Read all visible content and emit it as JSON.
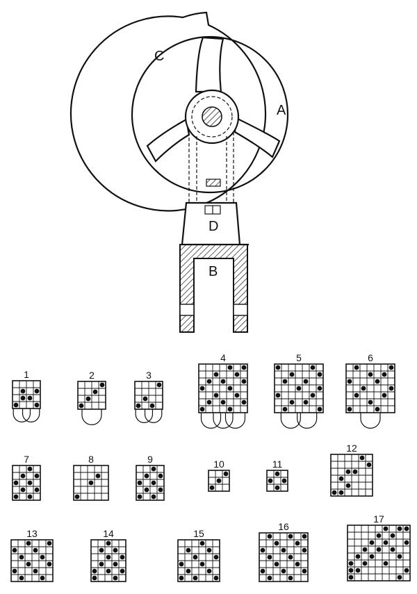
{
  "labels": {
    "A": "A",
    "B": "B",
    "C": "C",
    "D": "D"
  },
  "patterns": [
    {
      "label": "1",
      "cols": 4,
      "rows": 4,
      "cell": 10,
      "dots": [
        [
          1,
          1
        ],
        [
          3,
          1
        ],
        [
          1,
          2
        ],
        [
          2,
          2
        ],
        [
          0,
          3
        ],
        [
          3,
          3
        ]
      ],
      "loops": 2
    },
    {
      "label": "2",
      "cols": 4,
      "rows": 4,
      "cell": 10,
      "dots": [
        [
          3,
          0
        ],
        [
          2,
          1
        ],
        [
          1,
          2
        ],
        [
          0,
          3
        ]
      ],
      "loops": 1
    },
    {
      "label": "3",
      "cols": 4,
      "rows": 4,
      "cell": 10,
      "dots": [
        [
          3,
          0
        ],
        [
          1,
          2
        ],
        [
          0,
          3
        ],
        [
          2,
          3
        ]
      ],
      "loops": 2
    },
    {
      "label": "4",
      "cols": 7,
      "rows": 7,
      "cell": 10,
      "dots": [
        [
          4,
          0
        ],
        [
          6,
          0
        ],
        [
          2,
          1
        ],
        [
          5,
          1
        ],
        [
          1,
          2
        ],
        [
          3,
          2
        ],
        [
          6,
          2
        ],
        [
          0,
          3
        ],
        [
          4,
          3
        ],
        [
          2,
          4
        ],
        [
          5,
          4
        ],
        [
          1,
          5
        ],
        [
          3,
          5
        ],
        [
          6,
          5
        ],
        [
          0,
          6
        ],
        [
          4,
          6
        ]
      ],
      "loops": 3
    },
    {
      "label": "5",
      "cols": 7,
      "rows": 7,
      "cell": 10,
      "dots": [
        [
          0,
          0
        ],
        [
          5,
          0
        ],
        [
          2,
          1
        ],
        [
          6,
          1
        ],
        [
          1,
          2
        ],
        [
          4,
          2
        ],
        [
          3,
          3
        ],
        [
          6,
          3
        ],
        [
          0,
          4
        ],
        [
          5,
          4
        ],
        [
          2,
          5
        ],
        [
          4,
          5
        ],
        [
          1,
          6
        ],
        [
          6,
          6
        ]
      ],
      "loops": 2
    },
    {
      "label": "6",
      "cols": 7,
      "rows": 7,
      "cell": 10,
      "dots": [
        [
          1,
          0
        ],
        [
          6,
          0
        ],
        [
          3,
          1
        ],
        [
          5,
          1
        ],
        [
          0,
          2
        ],
        [
          4,
          2
        ],
        [
          2,
          3
        ],
        [
          6,
          3
        ],
        [
          1,
          4
        ],
        [
          5,
          4
        ],
        [
          3,
          5
        ],
        [
          0,
          6
        ],
        [
          4,
          6
        ]
      ],
      "loops": 1
    },
    {
      "label": "7",
      "cols": 4,
      "rows": 5,
      "cell": 10,
      "dots": [
        [
          2,
          0
        ],
        [
          1,
          1
        ],
        [
          3,
          1
        ],
        [
          0,
          2
        ],
        [
          2,
          2
        ],
        [
          1,
          3
        ],
        [
          3,
          3
        ],
        [
          0,
          4
        ],
        [
          2,
          4
        ]
      ],
      "loops": 0
    },
    {
      "label": "8",
      "cols": 5,
      "rows": 5,
      "cell": 10,
      "dots": [
        [
          3,
          1
        ],
        [
          2,
          2
        ],
        [
          0,
          4
        ]
      ],
      "loops": 0
    },
    {
      "label": "9",
      "cols": 4,
      "rows": 5,
      "cell": 10,
      "dots": [
        [
          2,
          0
        ],
        [
          1,
          1
        ],
        [
          3,
          1
        ],
        [
          0,
          2
        ],
        [
          2,
          2
        ],
        [
          1,
          3
        ],
        [
          3,
          3
        ],
        [
          0,
          4
        ],
        [
          2,
          4
        ]
      ],
      "loops": 0
    },
    {
      "label": "10",
      "cols": 3,
      "rows": 3,
      "cell": 10,
      "dots": [
        [
          2,
          0
        ],
        [
          1,
          1
        ],
        [
          0,
          2
        ]
      ],
      "loops": 0
    },
    {
      "label": "11",
      "cols": 3,
      "rows": 3,
      "cell": 10,
      "dots": [
        [
          1,
          0
        ],
        [
          0,
          1
        ],
        [
          2,
          1
        ],
        [
          1,
          2
        ]
      ],
      "loops": 0
    },
    {
      "label": "12",
      "cols": 6,
      "rows": 6,
      "cell": 10,
      "dots": [
        [
          4,
          0
        ],
        [
          5,
          1
        ],
        [
          2,
          2
        ],
        [
          3,
          2
        ],
        [
          1,
          3
        ],
        [
          2,
          4
        ],
        [
          0,
          5
        ],
        [
          1,
          5
        ]
      ],
      "loops": 0
    },
    {
      "label": "13",
      "cols": 6,
      "rows": 6,
      "cell": 10,
      "dots": [
        [
          2,
          0
        ],
        [
          5,
          0
        ],
        [
          0,
          1
        ],
        [
          3,
          1
        ],
        [
          1,
          2
        ],
        [
          4,
          2
        ],
        [
          2,
          3
        ],
        [
          5,
          3
        ],
        [
          0,
          4
        ],
        [
          3,
          4
        ],
        [
          1,
          5
        ],
        [
          4,
          5
        ]
      ],
      "loops": 0
    },
    {
      "label": "14",
      "cols": 5,
      "rows": 6,
      "cell": 10,
      "dots": [
        [
          2,
          0
        ],
        [
          1,
          1
        ],
        [
          3,
          1
        ],
        [
          2,
          2
        ],
        [
          4,
          2
        ],
        [
          1,
          3
        ],
        [
          3,
          3
        ],
        [
          0,
          4
        ],
        [
          2,
          4
        ],
        [
          4,
          4
        ],
        [
          0,
          5
        ],
        [
          3,
          5
        ]
      ],
      "loops": 0
    },
    {
      "label": "15",
      "cols": 6,
      "rows": 6,
      "cell": 10,
      "dots": [
        [
          3,
          0
        ],
        [
          1,
          1
        ],
        [
          4,
          1
        ],
        [
          2,
          2
        ],
        [
          5,
          2
        ],
        [
          0,
          3
        ],
        [
          3,
          3
        ],
        [
          1,
          4
        ],
        [
          4,
          4
        ],
        [
          2,
          5
        ],
        [
          5,
          5
        ],
        [
          0,
          5
        ]
      ],
      "loops": 0
    },
    {
      "label": "16",
      "cols": 7,
      "rows": 7,
      "cell": 10,
      "dots": [
        [
          1,
          0
        ],
        [
          4,
          0
        ],
        [
          6,
          0
        ],
        [
          2,
          1
        ],
        [
          5,
          1
        ],
        [
          0,
          2
        ],
        [
          3,
          2
        ],
        [
          6,
          2
        ],
        [
          1,
          3
        ],
        [
          4,
          3
        ],
        [
          2,
          4
        ],
        [
          5,
          4
        ],
        [
          0,
          5
        ],
        [
          3,
          5
        ],
        [
          6,
          5
        ],
        [
          1,
          6
        ],
        [
          4,
          6
        ]
      ],
      "loops": 0
    },
    {
      "label": "17",
      "cols": 9,
      "rows": 8,
      "cell": 10,
      "dots": [
        [
          5,
          0
        ],
        [
          7,
          0
        ],
        [
          8,
          0
        ],
        [
          4,
          1
        ],
        [
          6,
          1
        ],
        [
          3,
          2
        ],
        [
          5,
          2
        ],
        [
          8,
          2
        ],
        [
          2,
          3
        ],
        [
          4,
          3
        ],
        [
          6,
          3
        ],
        [
          1,
          4
        ],
        [
          3,
          4
        ],
        [
          7,
          4
        ],
        [
          0,
          5
        ],
        [
          2,
          5
        ],
        [
          5,
          5
        ],
        [
          0,
          6
        ],
        [
          1,
          6
        ],
        [
          8,
          6
        ],
        [
          0,
          7
        ],
        [
          7,
          7
        ]
      ],
      "loops": 0
    }
  ]
}
